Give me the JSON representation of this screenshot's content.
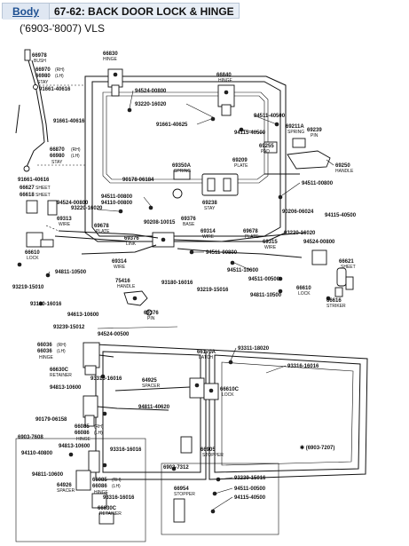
{
  "header": {
    "tab_label": "Body",
    "title": "67-62: BACK DOOR LOCK & HINGE"
  },
  "subtitle": "('6903-'8007) VLS",
  "callouts": {
    "c1": "66978",
    "c1b": "BUSH",
    "c2": "66970",
    "c2b": "(RH)",
    "c3": "66980",
    "c3b": "(LH)",
    "c3c": "STAY",
    "c4": "91661-40616",
    "c5": "91661-40616",
    "c6": "66870",
    "c6b": "(RH)",
    "c7": "66980",
    "c7b": "(LH)",
    "c7c": "STAY",
    "c8": "91661-40616",
    "c9": "66627",
    "c9b": "SHEET",
    "c10": "66618",
    "c10b": "SHEET",
    "c11": "66830",
    "c11b": "HINGE",
    "c12": "66840",
    "c12b": "HINGE",
    "c13": "94524-00800",
    "c14": "93220-16020",
    "c15": "91661-40625",
    "c16": "94511-40500",
    "c17": "69211A",
    "c17b": "SPRING",
    "c18": "69239",
    "c18b": "PIN",
    "c19": "94115-40500",
    "c20": "69255",
    "c20b": "PAD",
    "c21": "69209",
    "c21b": "PLATE",
    "c22": "69250",
    "c22b": "HANDLE",
    "c23": "69350A",
    "c23b": "SPRING",
    "c24": "90178-06184",
    "c25": "94511-00800",
    "c26": "94511-00800",
    "c27": "94524-00800",
    "c28": "93220-16020",
    "c29": "94110-00800",
    "c30": "69313",
    "c30b": "WIRE",
    "c31": "69678",
    "c31b": "PLATE",
    "c32": "69376",
    "c32b": "BASE",
    "c33": "69238",
    "c33b": "STAY",
    "c34": "90206-06024",
    "c35": "94115-40500",
    "c36": "93220-16020",
    "c37": "90208-10015",
    "c38": "69376",
    "c38b": "LINK",
    "c39": "69314",
    "c39b": "WIRE",
    "c40": "69678",
    "c40b": "PLATE",
    "c41": "69315",
    "c41b": "WIRE",
    "c42": "94524-00800",
    "c43": "66610",
    "c43b": "LOCK",
    "c44": "69314",
    "c44b": "WIRE",
    "c45": "94511-00800",
    "c46": "66621",
    "c46b": "SHEET",
    "c47": "94811-10500",
    "c48": "94511-10600",
    "c49": "93219-15010",
    "c50": "75416",
    "c50b": "HANDLE",
    "c51": "93180-16016",
    "c52": "94511-00500",
    "c53": "93219-15016",
    "c54": "66610",
    "c54b": "LOCK",
    "c55": "93180-16016",
    "c56": "94811-10500",
    "c57": "66616",
    "c57b": "STRIKER",
    "c58": "94613-10600",
    "c59": "69376",
    "c59b": "PIN",
    "c60": "93239-15012",
    "c61": "94524-00500",
    "c62": "66036",
    "c62b": "(RH)",
    "c63": "66036",
    "c63b": "(LH)",
    "c63c": "HINGE",
    "c64": "66170A",
    "c64b": "LATCH",
    "c65": "93311-18020",
    "c66": "66630C",
    "c66b": "RETAINER",
    "c67": "93316-16016",
    "c68": "93316-16016",
    "c69": "94813-10600",
    "c70": "64925",
    "c70b": "SPACER",
    "c71": "66610C",
    "c71b": "LOCK",
    "c72": "94811-40620",
    "c73": "90179-06158",
    "c74": "66085",
    "c74b": "(RH)",
    "c75": "66086",
    "c75b": "(LH)",
    "c75c": "HINGE",
    "c76": "6903-7608",
    "c77": "94813-10600",
    "c78": "94110-40800",
    "c79": "93316-16016",
    "c80": "94811-10600",
    "c81": "64926",
    "c81b": "SPACER",
    "c82": "66085",
    "c82b": "(RH)",
    "c83": "66086",
    "c83b": "(LH)",
    "c83c": "HINGE",
    "c84": "93316-16016",
    "c85": "66630C",
    "c85b": "RETAINER",
    "c86": "66905",
    "c86b": "STOPPER",
    "c87": "6903-7312",
    "c88": "93239-15016",
    "c89": "66954",
    "c89b": "STOPPER",
    "c90": "94511-00500",
    "c91": "94115-40500",
    "c92": "✱ (6903-7207)"
  }
}
